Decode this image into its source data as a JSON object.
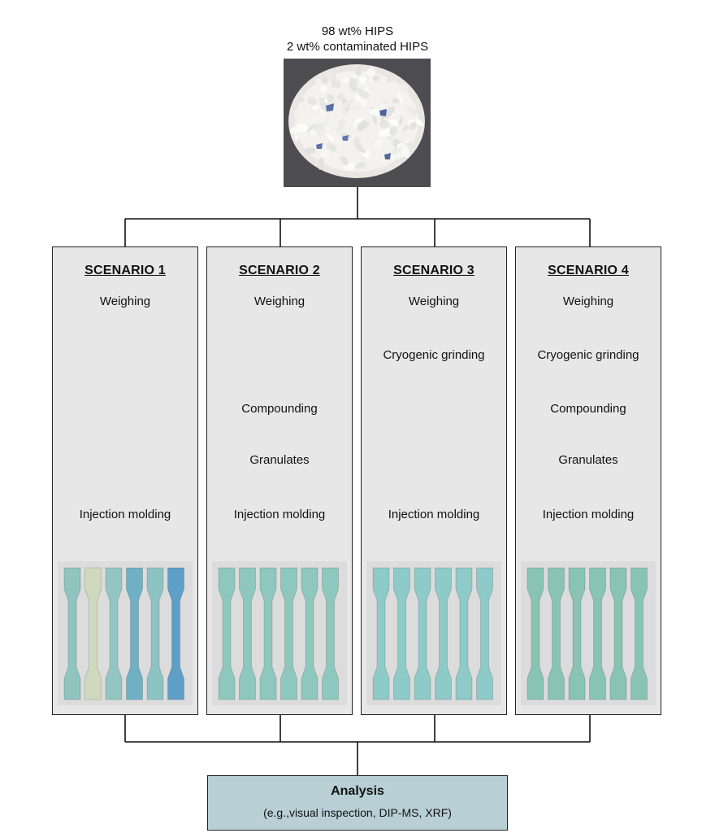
{
  "feed": {
    "line1": "98 wt% HIPS",
    "line2": "2 wt% contaminated HIPS"
  },
  "scenarios": [
    {
      "title": "SCENARIO 1",
      "steps": [
        "Weighing",
        "Injection molding"
      ],
      "specimen_colors": [
        "#8fc4bf",
        "#cfd9bd",
        "#93c6c2",
        "#6fb0c4",
        "#8ec3c4",
        "#5e9fc7"
      ]
    },
    {
      "title": "SCENARIO 2",
      "steps": [
        "Weighing",
        "Compounding",
        "Granulates",
        "Injection molding"
      ],
      "specimen_colors": [
        "#8ec7bd",
        "#8ec7bd",
        "#8ec7bd",
        "#8ec7bd",
        "#8ec7bd",
        "#8ec7bd"
      ]
    },
    {
      "title": "SCENARIO 3",
      "steps": [
        "Weighing",
        "Cryogenic grinding",
        "Injection molding"
      ],
      "specimen_colors": [
        "#8ecac7",
        "#8ecac7",
        "#8ecac7",
        "#8ecac7",
        "#8ecac7",
        "#8ecac7"
      ]
    },
    {
      "title": "SCENARIO 4",
      "steps": [
        "Weighing",
        "Cryogenic grinding",
        "Compounding",
        "Granulates",
        "Injection molding"
      ],
      "specimen_colors": [
        "#88c3b4",
        "#88c3b4",
        "#88c3b4",
        "#88c3b4",
        "#88c3b4",
        "#88c3b4"
      ]
    }
  ],
  "analysis": {
    "title": "Analysis",
    "subtitle": "(e.g.,visual inspection, DIP-MS, XRF)"
  },
  "colors": {
    "panel": "#e7e7e7",
    "analysis_box": "#b9cfd6",
    "photo_background": "#4d4c50"
  }
}
